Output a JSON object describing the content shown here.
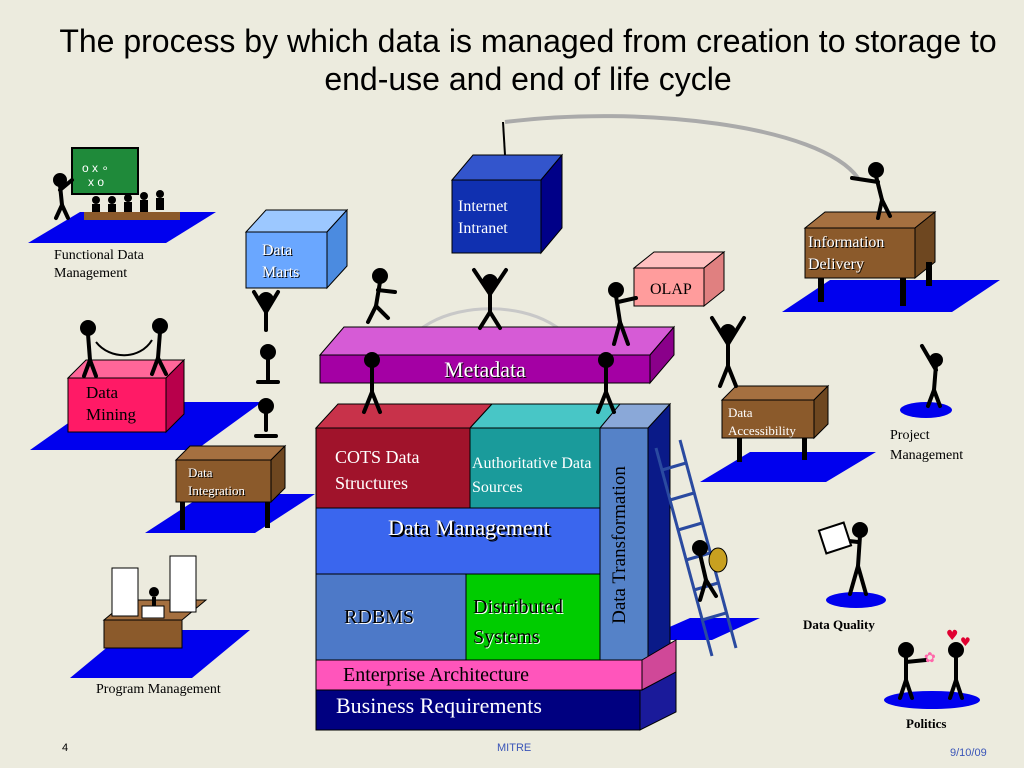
{
  "title": "The process by which data is managed from creation to storage to end-use and end of life cycle",
  "labels": {
    "functional_data_management": "Functional Data Management",
    "project_management": "Project Management",
    "data_quality": "Data Quality",
    "politics": "Politics",
    "program_management": "Program Management"
  },
  "boxes": {
    "internet_intranet": "Internet Intranet",
    "data_marts": "Data Marts",
    "information_delivery": "Information Delivery",
    "olap": "OLAP",
    "data_mining": "Data Mining",
    "metadata": "Metadata",
    "data_accessibility": "Data Accessibility",
    "data_integration": "Data Integration",
    "cots": "COTS Data Structures",
    "authoritative": "Authoritative Data Sources",
    "data_transformation": "Data Transformation",
    "data_management": "Data Management",
    "rdbms": "RDBMS",
    "distributed": "Distributed Systems",
    "enterprise_architecture": "Enterprise Architecture",
    "business_requirements": "Business Requirements"
  },
  "footer": {
    "page_number": "4",
    "org": "MITRE",
    "date": "9/10/09"
  },
  "colors": {
    "background": "#ecebde",
    "platform_blue": "#0000ee",
    "navy": "#000080",
    "magenta": "#cc00cc",
    "pink": "#ff3399",
    "maroon": "#a0132b",
    "teal": "#1a9b9b",
    "mid_blue": "#3a66ee",
    "steel_blue": "#4d79c8",
    "green": "#00cc00",
    "brown": "#8b5a2b",
    "sky_blue": "#66aaff"
  }
}
